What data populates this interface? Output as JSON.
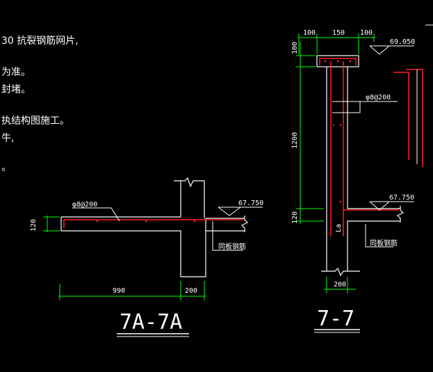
{
  "notes": {
    "line1": "30 抗裂钢筋网片,",
    "line2": "为准。",
    "line3": "封堵。",
    "line4": "执结构图施工。",
    "line5": "牛,",
    "line6": "。"
  },
  "section_7a": {
    "title": "7A-7A",
    "rebar_label": "φ8@200",
    "elevation": "67.750",
    "dim_left_vertical": "120",
    "dim_bottom_left": "990",
    "dim_bottom_right": "200",
    "callout": "同板钢筋"
  },
  "section_7": {
    "title": "7-7",
    "dim_top": [
      "100",
      "150",
      "100"
    ],
    "elevation_top": "69.050",
    "elevation_mid": "67.750",
    "rebar_label": "φ8@200",
    "dim_v_top": "100",
    "dim_v_mid": "1200",
    "dim_v_bottom": "120",
    "dim_bottom": "200",
    "la_label": "La",
    "callout": "同板钢筋"
  },
  "colors": {
    "background": "#000000",
    "outline": "#ffffff",
    "dimension": "#00ff00",
    "rebar": "#ff2020"
  }
}
